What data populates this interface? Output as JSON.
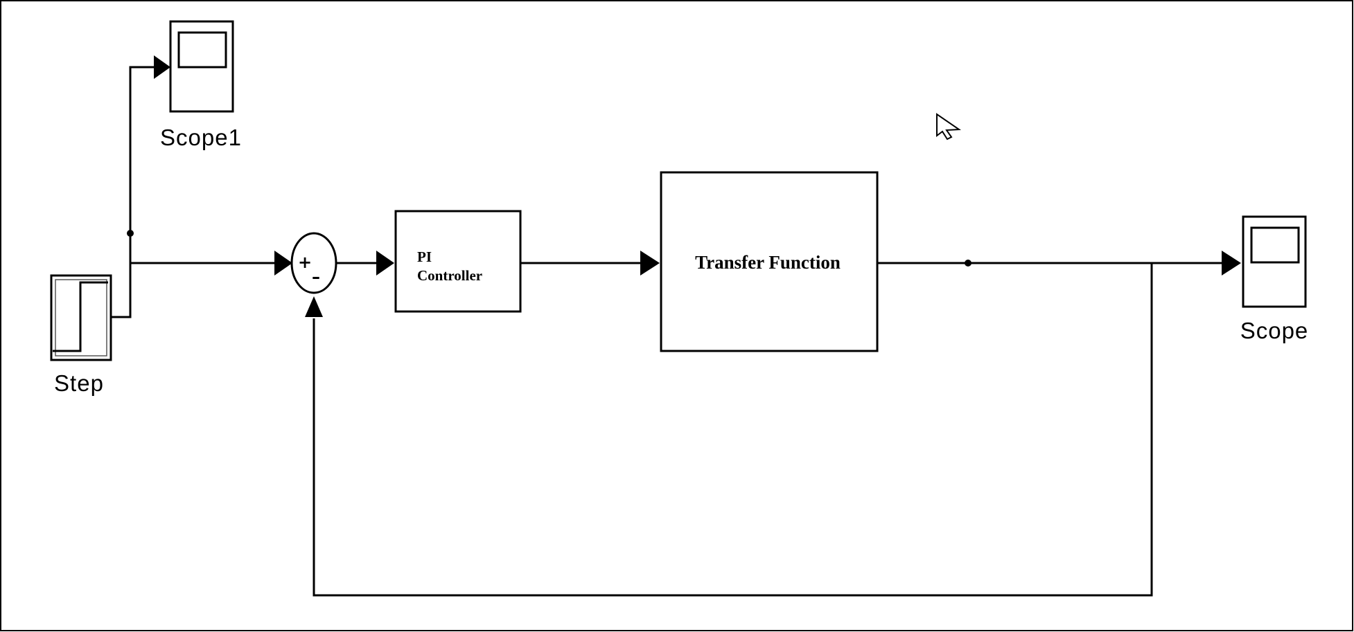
{
  "blocks": {
    "step": {
      "label": "Step"
    },
    "scope1": {
      "label": "Scope1"
    },
    "scope": {
      "label": "Scope"
    },
    "pi_controller": {
      "line1": "PI",
      "line2": "Controller"
    },
    "transfer_function": {
      "label": "Transfer Function"
    },
    "sum": {
      "plus": "+",
      "minus": "–"
    }
  }
}
